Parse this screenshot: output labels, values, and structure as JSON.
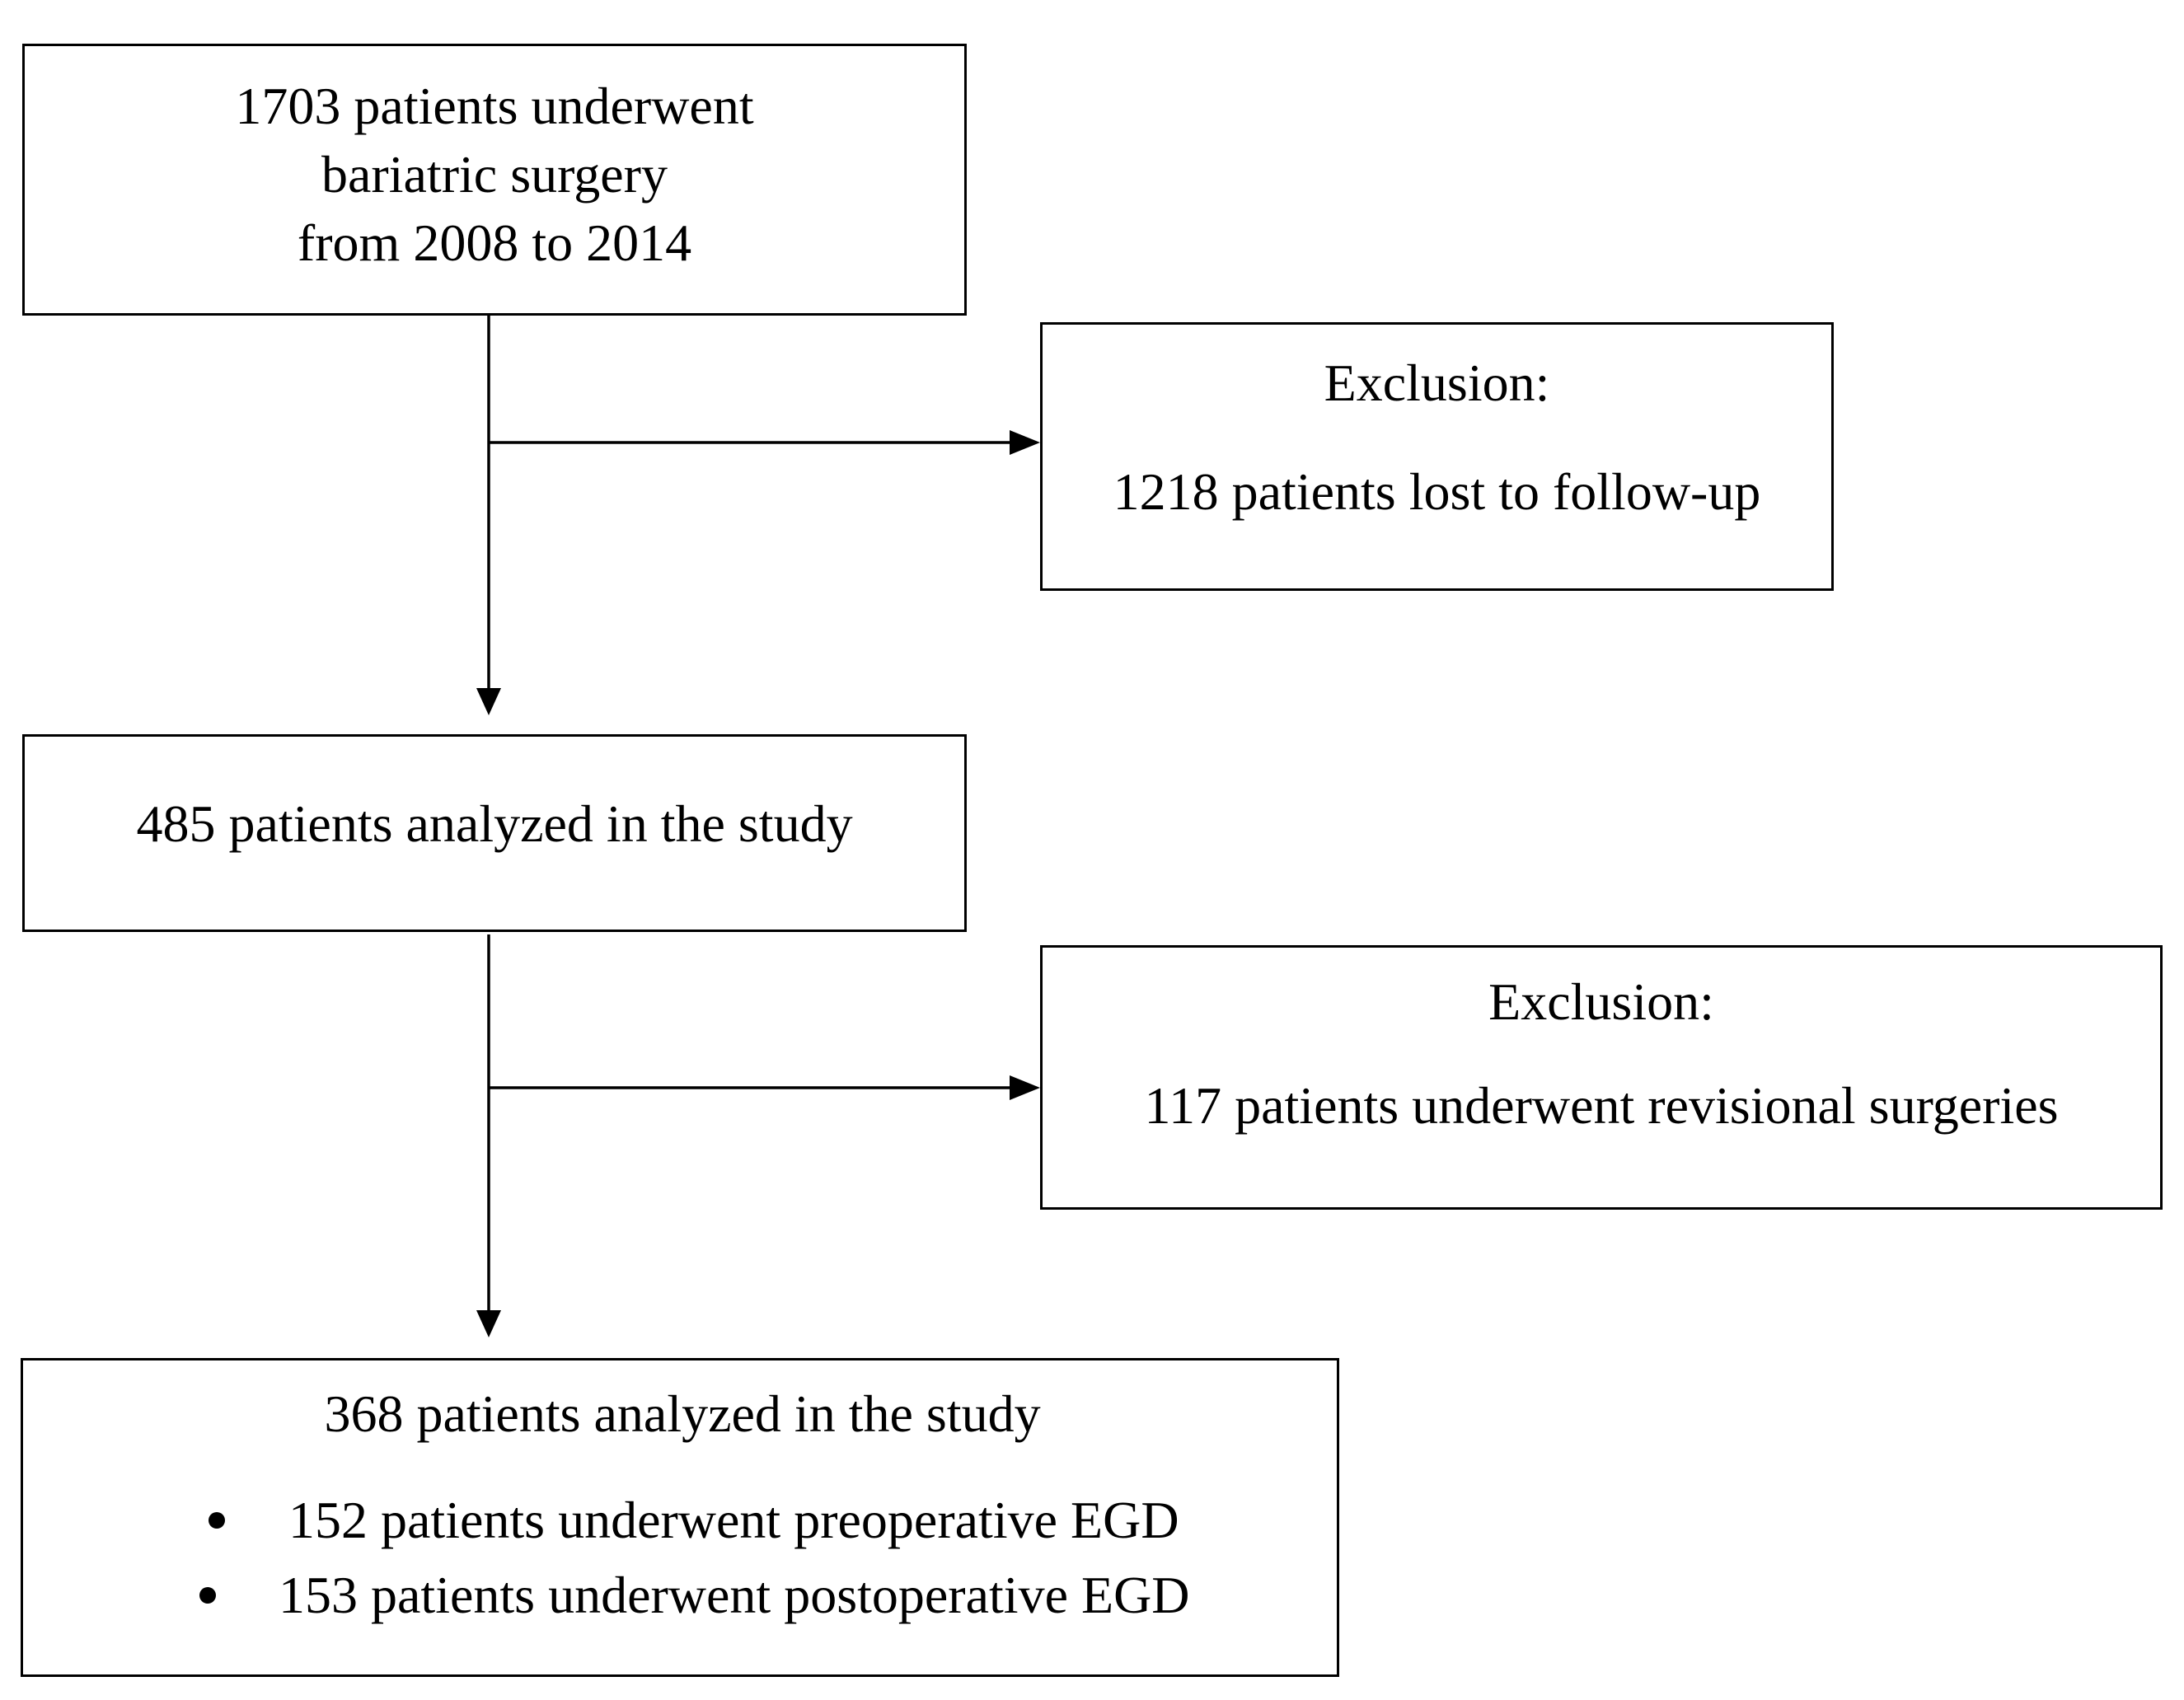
{
  "box_start": {
    "lines": [
      "1703 patients underwent",
      "bariatric surgery",
      "from 2008 to 2014"
    ]
  },
  "exclusion_1": {
    "heading": "Exclusion:",
    "text": "1218 patients lost to follow-up"
  },
  "box_middle": {
    "text": "485 patients analyzed in the study"
  },
  "exclusion_2": {
    "heading": "Exclusion:",
    "text": "117 patients underwent revisional surgeries"
  },
  "box_final": {
    "heading": "368 patients analyzed in the study",
    "bullets": [
      "152 patients underwent preoperative EGD",
      "153 patients underwent postoperative EGD"
    ]
  }
}
